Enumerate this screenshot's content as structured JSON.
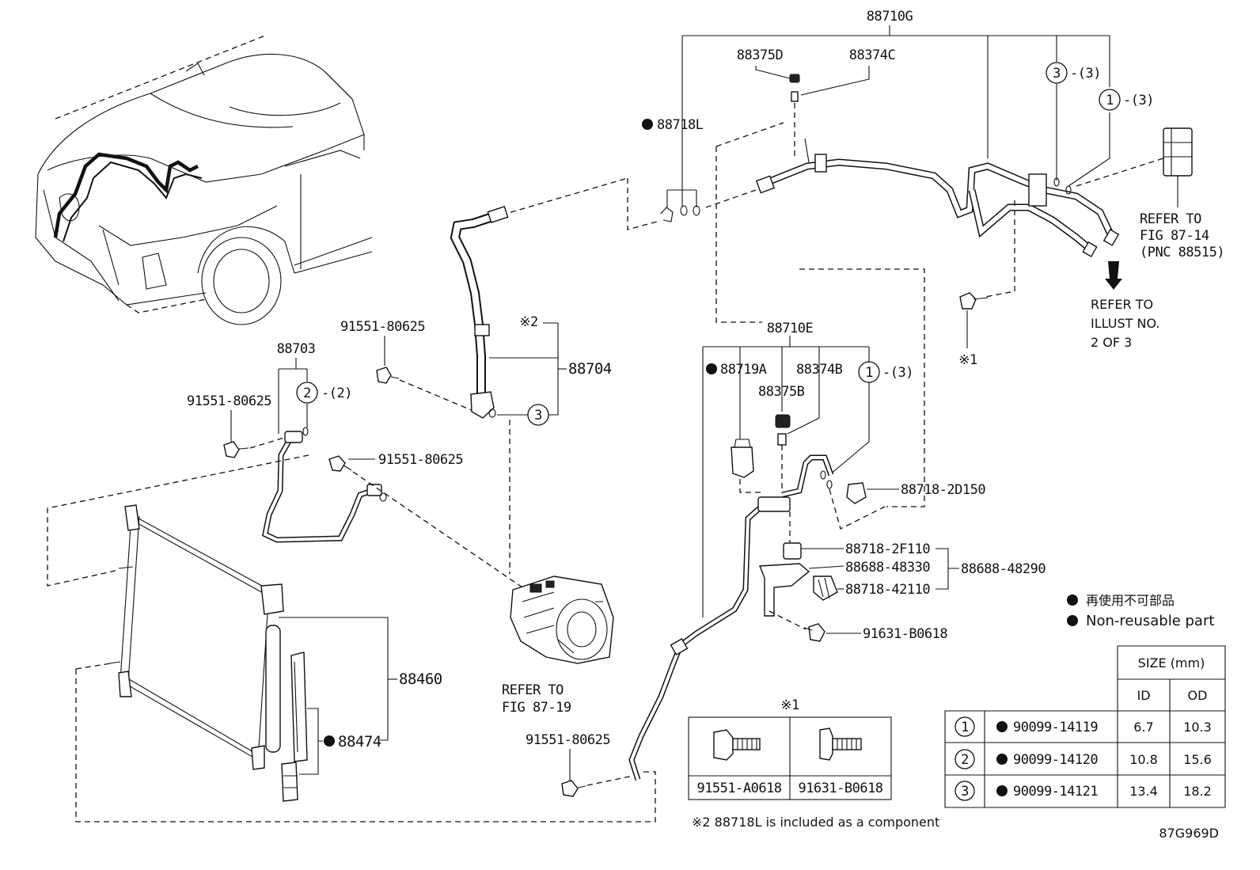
{
  "labels": {
    "hose_88710G": "88710G",
    "valve_88375D": "88375D",
    "cap_88374C": "88374C",
    "oring_88718L": "88718L",
    "ring3_qty": "-(3)",
    "ring1_qty": "-(3)",
    "refer_fig_87_14": [
      "REFER TO",
      "FIG 87-14",
      "(PNC 88515)"
    ],
    "refer_illust": [
      "REFER TO",
      "ILLUST NO.",
      "2 OF 3"
    ],
    "bolt_note_1": "※1",
    "pipe_88710E": "88710E",
    "switch_88719A": "88719A",
    "cap_88374B": "88374B",
    "valve_88375B": "88375B",
    "ring1b_qty": "-(3)",
    "clamp_88718_2D150": "88718-2D150",
    "clamp_88718_2F110": "88718-2F110",
    "bracket_88688_48330": "88688-48330",
    "bracket_88688_48290": "88688-48290",
    "clamp_88718_42110": "88718-42110",
    "bolt_91631_B0618": "91631-B0618",
    "bolt_91551_80625_a": "91551-80625",
    "bolt_91551_80625_b": "91551-80625",
    "bolt_91551_80625_c": "91551-80625",
    "bolt_91551_80625_d": "91551-80625",
    "tube_88703": "88703",
    "ring2_qty": "-(2)",
    "hose_88704": "88704",
    "note_2_mark": "※2",
    "refer_fig_87_19": [
      "REFER TO",
      "FIG 87-19"
    ],
    "condenser_88460": "88460",
    "dryer_88474": "88474",
    "ring_num_1": "1",
    "ring_num_2": "2",
    "ring_num_3": "3",
    "legend_jp": "再使用不可部品",
    "legend_en": "Non-reusable part",
    "footnote_2": "※2 88718L is included as a component",
    "figure_code": "87G969D"
  },
  "bolt_table": {
    "title": "※1",
    "items": [
      "91551-A0618",
      "91631-B0618"
    ]
  },
  "oring_table": {
    "size_header": "SIZE (mm)",
    "col_id": "ID",
    "col_od": "OD",
    "rows": [
      {
        "ref": "1",
        "part": "90099-14119",
        "id": "6.7",
        "od": "10.3"
      },
      {
        "ref": "2",
        "part": "90099-14120",
        "id": "10.8",
        "od": "15.6"
      },
      {
        "ref": "3",
        "part": "90099-14121",
        "id": "13.4",
        "od": "18.2"
      }
    ]
  }
}
